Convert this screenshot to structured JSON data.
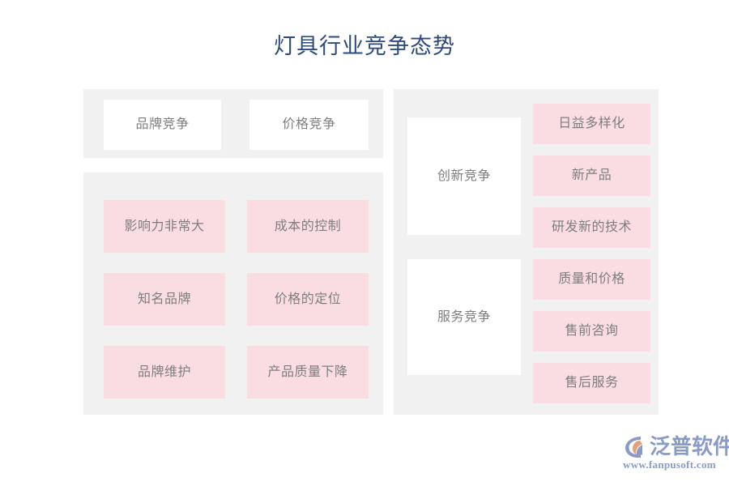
{
  "page": {
    "title": "灯具行业竞争态势",
    "title_color": "#2e4b7d",
    "background": "#ffffff"
  },
  "theme": {
    "panel_bg": "#f1f1f1",
    "white_box_bg": "#ffffff",
    "pink_box_bg": "#fadde3",
    "box_text_color": "#7e7e7e",
    "logo_color": "#8a9cc4",
    "logo_accent_color": "#e8a07a"
  },
  "left_column": {
    "top_panel": {
      "categories": [
        {
          "label": "品牌竞争",
          "style": "white"
        },
        {
          "label": "价格竞争",
          "style": "white"
        }
      ]
    },
    "bottom_panel": {
      "attributes": [
        {
          "label": "影响力非常大",
          "style": "pink"
        },
        {
          "label": "成本的控制",
          "style": "pink"
        },
        {
          "label": "知名品牌",
          "style": "pink"
        },
        {
          "label": "价格的定位",
          "style": "pink"
        },
        {
          "label": "品牌维护",
          "style": "pink"
        },
        {
          "label": "产品质量下降",
          "style": "pink"
        }
      ]
    }
  },
  "right_column": {
    "groups": [
      {
        "category": "创新竞争",
        "attributes": [
          {
            "label": "日益多样化"
          },
          {
            "label": "新产品"
          },
          {
            "label": "研发新的技术"
          }
        ]
      },
      {
        "category": "服务竞争",
        "attributes": [
          {
            "label": "质量和价格"
          },
          {
            "label": "售前咨询"
          },
          {
            "label": "售后服务"
          }
        ]
      }
    ]
  },
  "branding": {
    "name": "泛普软件",
    "url": "www.fanpusoft.com",
    "mark": "fanpu-c-logo-icon"
  }
}
